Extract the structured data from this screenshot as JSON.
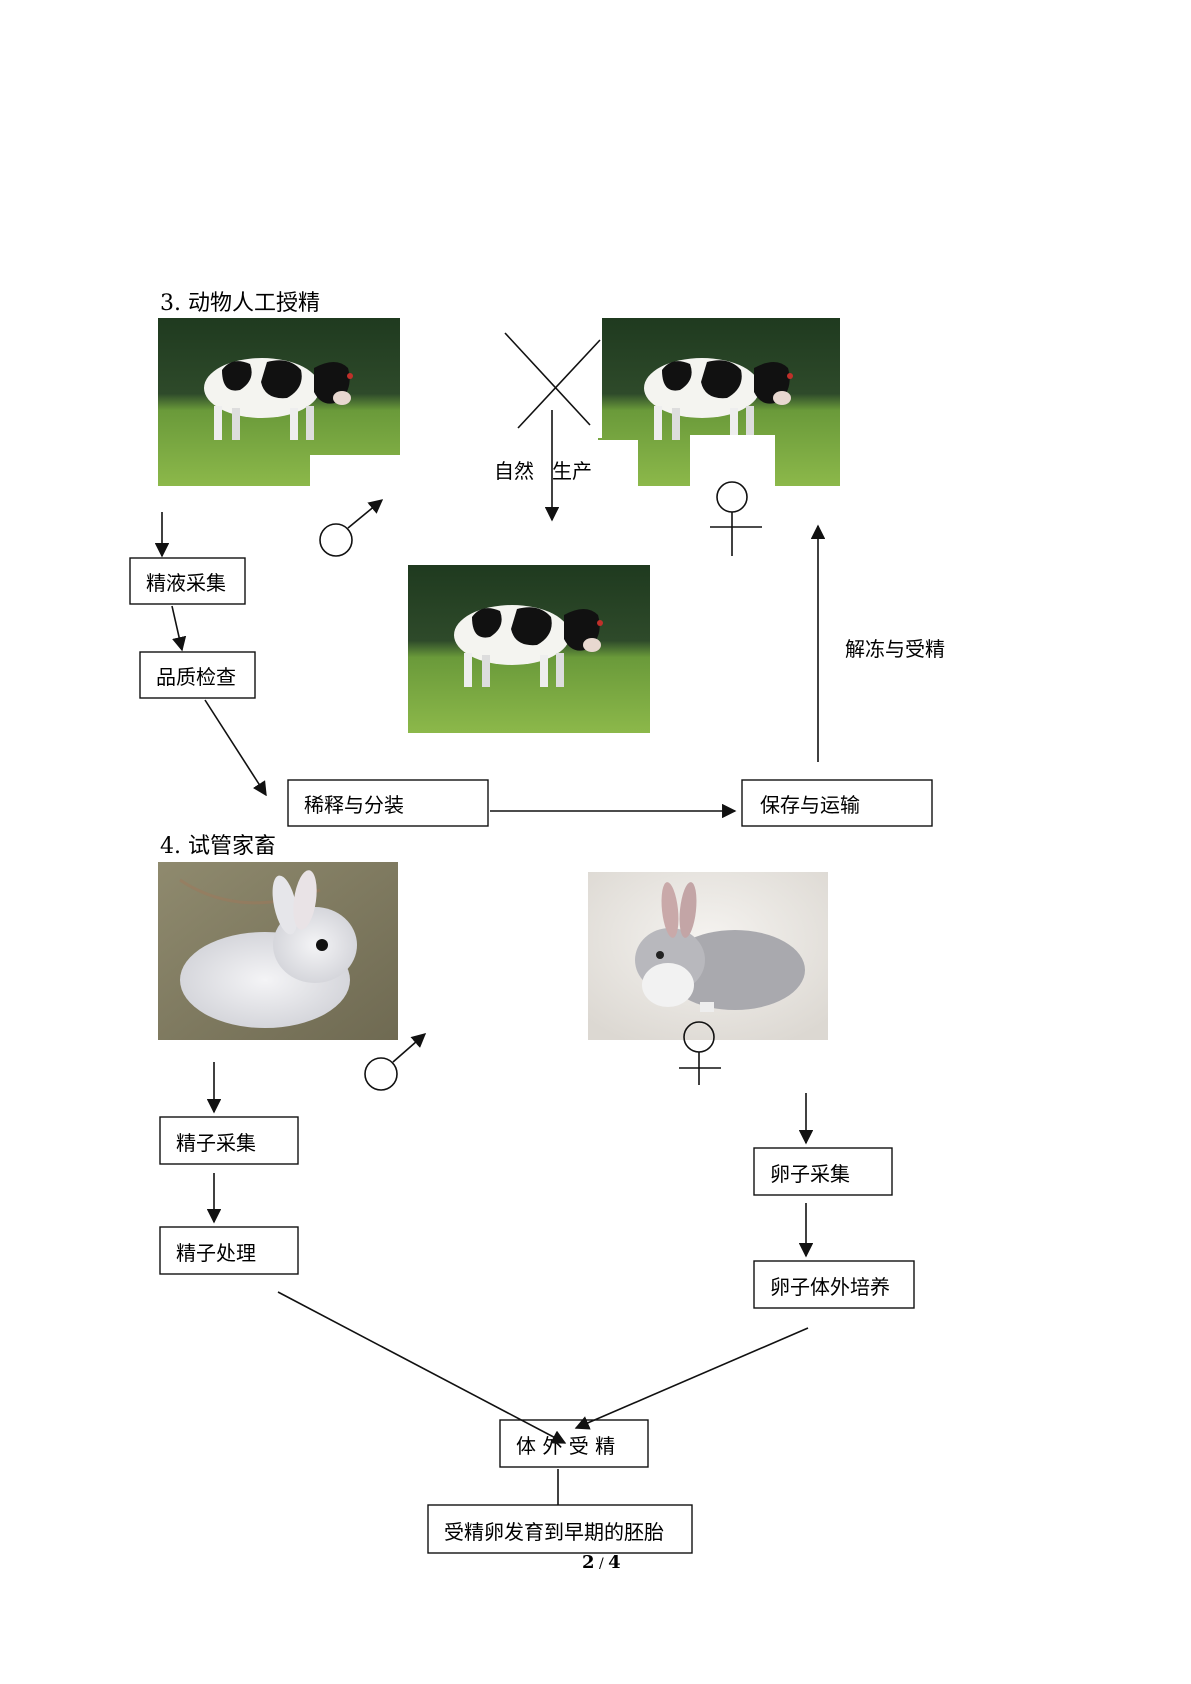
{
  "sections": {
    "ai": {
      "title": "3. 动物人工授精",
      "natural_label_1": "自然",
      "natural_label_2": "生产",
      "flow": {
        "semen_collection": "精液采集",
        "quality_check": "品质检查",
        "dilute_pack": "稀释与分装",
        "storage_transport": "保存与运输",
        "thaw_fertilize": "解冻与受精"
      },
      "images": {
        "male_cow": "cow-photo",
        "female_cow": "cow-photo",
        "calf_cow": "cow-photo"
      }
    },
    "ivf": {
      "title": "4. 试管家畜",
      "flow": {
        "sperm_collection": "精子采集",
        "sperm_processing": "精子处理",
        "egg_collection": "卵子采集",
        "egg_culture": "卵子体外培养",
        "ivf": "体 外 受 精",
        "embryo": "受精卵发育到早期的胚胎"
      },
      "images": {
        "male_rabbit": "white-rabbit-photo",
        "female_rabbit": "gray-rabbit-photo"
      }
    }
  },
  "symbols": {
    "male": "male-symbol",
    "female": "female-symbol"
  },
  "footer": {
    "page_number": "2",
    "page_total": "4"
  }
}
